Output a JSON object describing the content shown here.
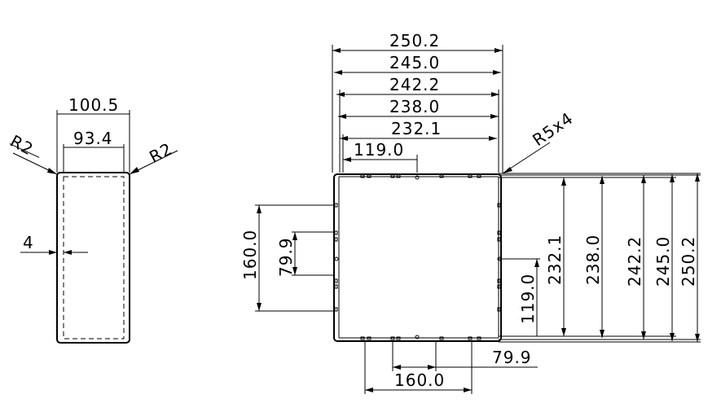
{
  "left_view": {
    "outer_width": "100.5",
    "inner_width": "93.4",
    "radius_left": "R2",
    "radius_right": "R2",
    "wall": "4"
  },
  "right_view": {
    "top_widths": [
      "250.2",
      "245.0",
      "242.2",
      "238.0",
      "232.1"
    ],
    "hole_x": "119.0",
    "corner_radius": "R5x4",
    "side_heights": [
      "232.1",
      "238.0",
      "242.2",
      "245.0",
      "250.2"
    ],
    "hole_y": "119.0",
    "left_span": "160.0",
    "left_inner": "79.9",
    "bottom_span": "160.0",
    "bottom_inner": "79.9"
  }
}
